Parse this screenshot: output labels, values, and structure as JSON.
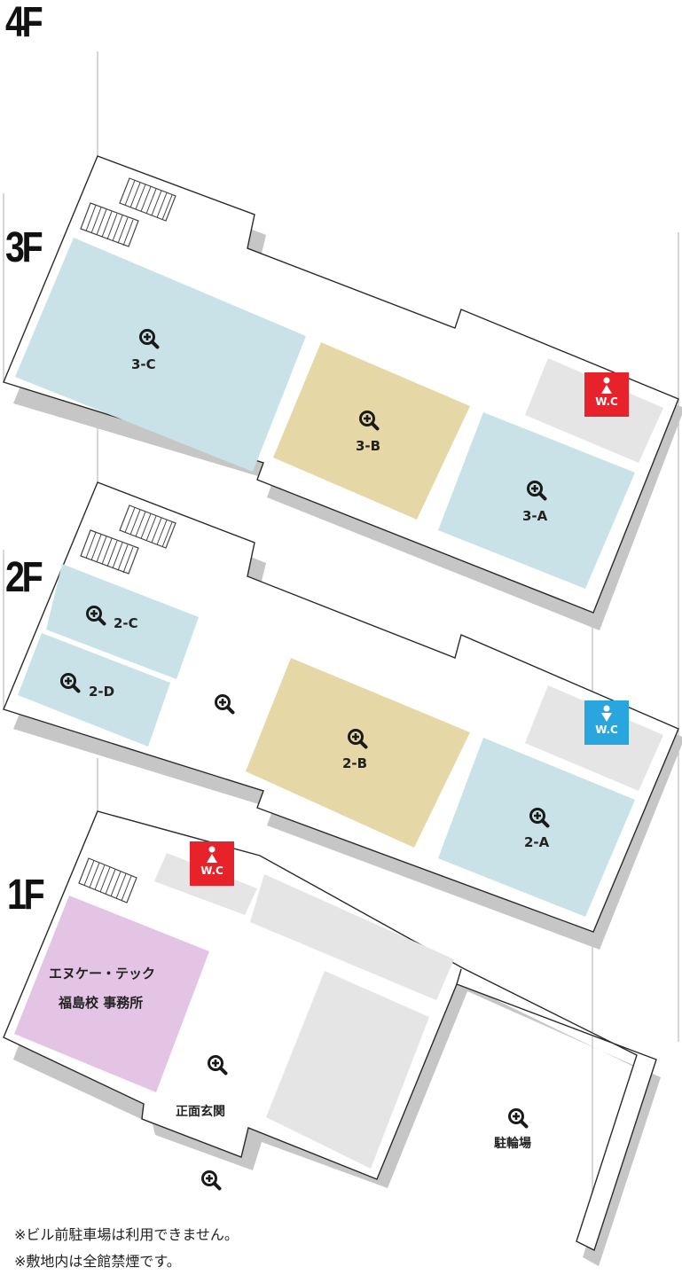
{
  "floors": {
    "f4": "4F",
    "f3": "3F",
    "f2": "2F",
    "f1": "1F"
  },
  "rooms": {
    "r3c": "3-C",
    "r3b": "3-B",
    "r3a": "3-A",
    "r2c": "2-C",
    "r2d": "2-D",
    "r2b": "2-B",
    "r2a": "2-A",
    "office_line1": "エヌケー・テック",
    "office_line2": "福島校 事務所",
    "entrance": "正面玄関",
    "bicycle_parking": "駐輪場"
  },
  "restrooms": {
    "wc3": "W.C",
    "wc2": "W.C",
    "wc1": "W.C"
  },
  "colors": {
    "classroom_blue": "#c9e2e7",
    "classroom_tan": "#e6d8a6",
    "office_pink": "#e4c4e4",
    "grey_area": "#e5e5e5",
    "wc_red": "#e8222a",
    "wc_blue": "#2aa6de",
    "shadow": "#c8c8c8"
  },
  "icons": {
    "zoom": "zoom-in-magnifier-icon",
    "female": "female-restroom-icon",
    "male": "male-restroom-icon"
  },
  "notes": {
    "note1": "※ビル前駐車場は利用できません。",
    "note2": "※敷地内は全館禁煙です。"
  }
}
